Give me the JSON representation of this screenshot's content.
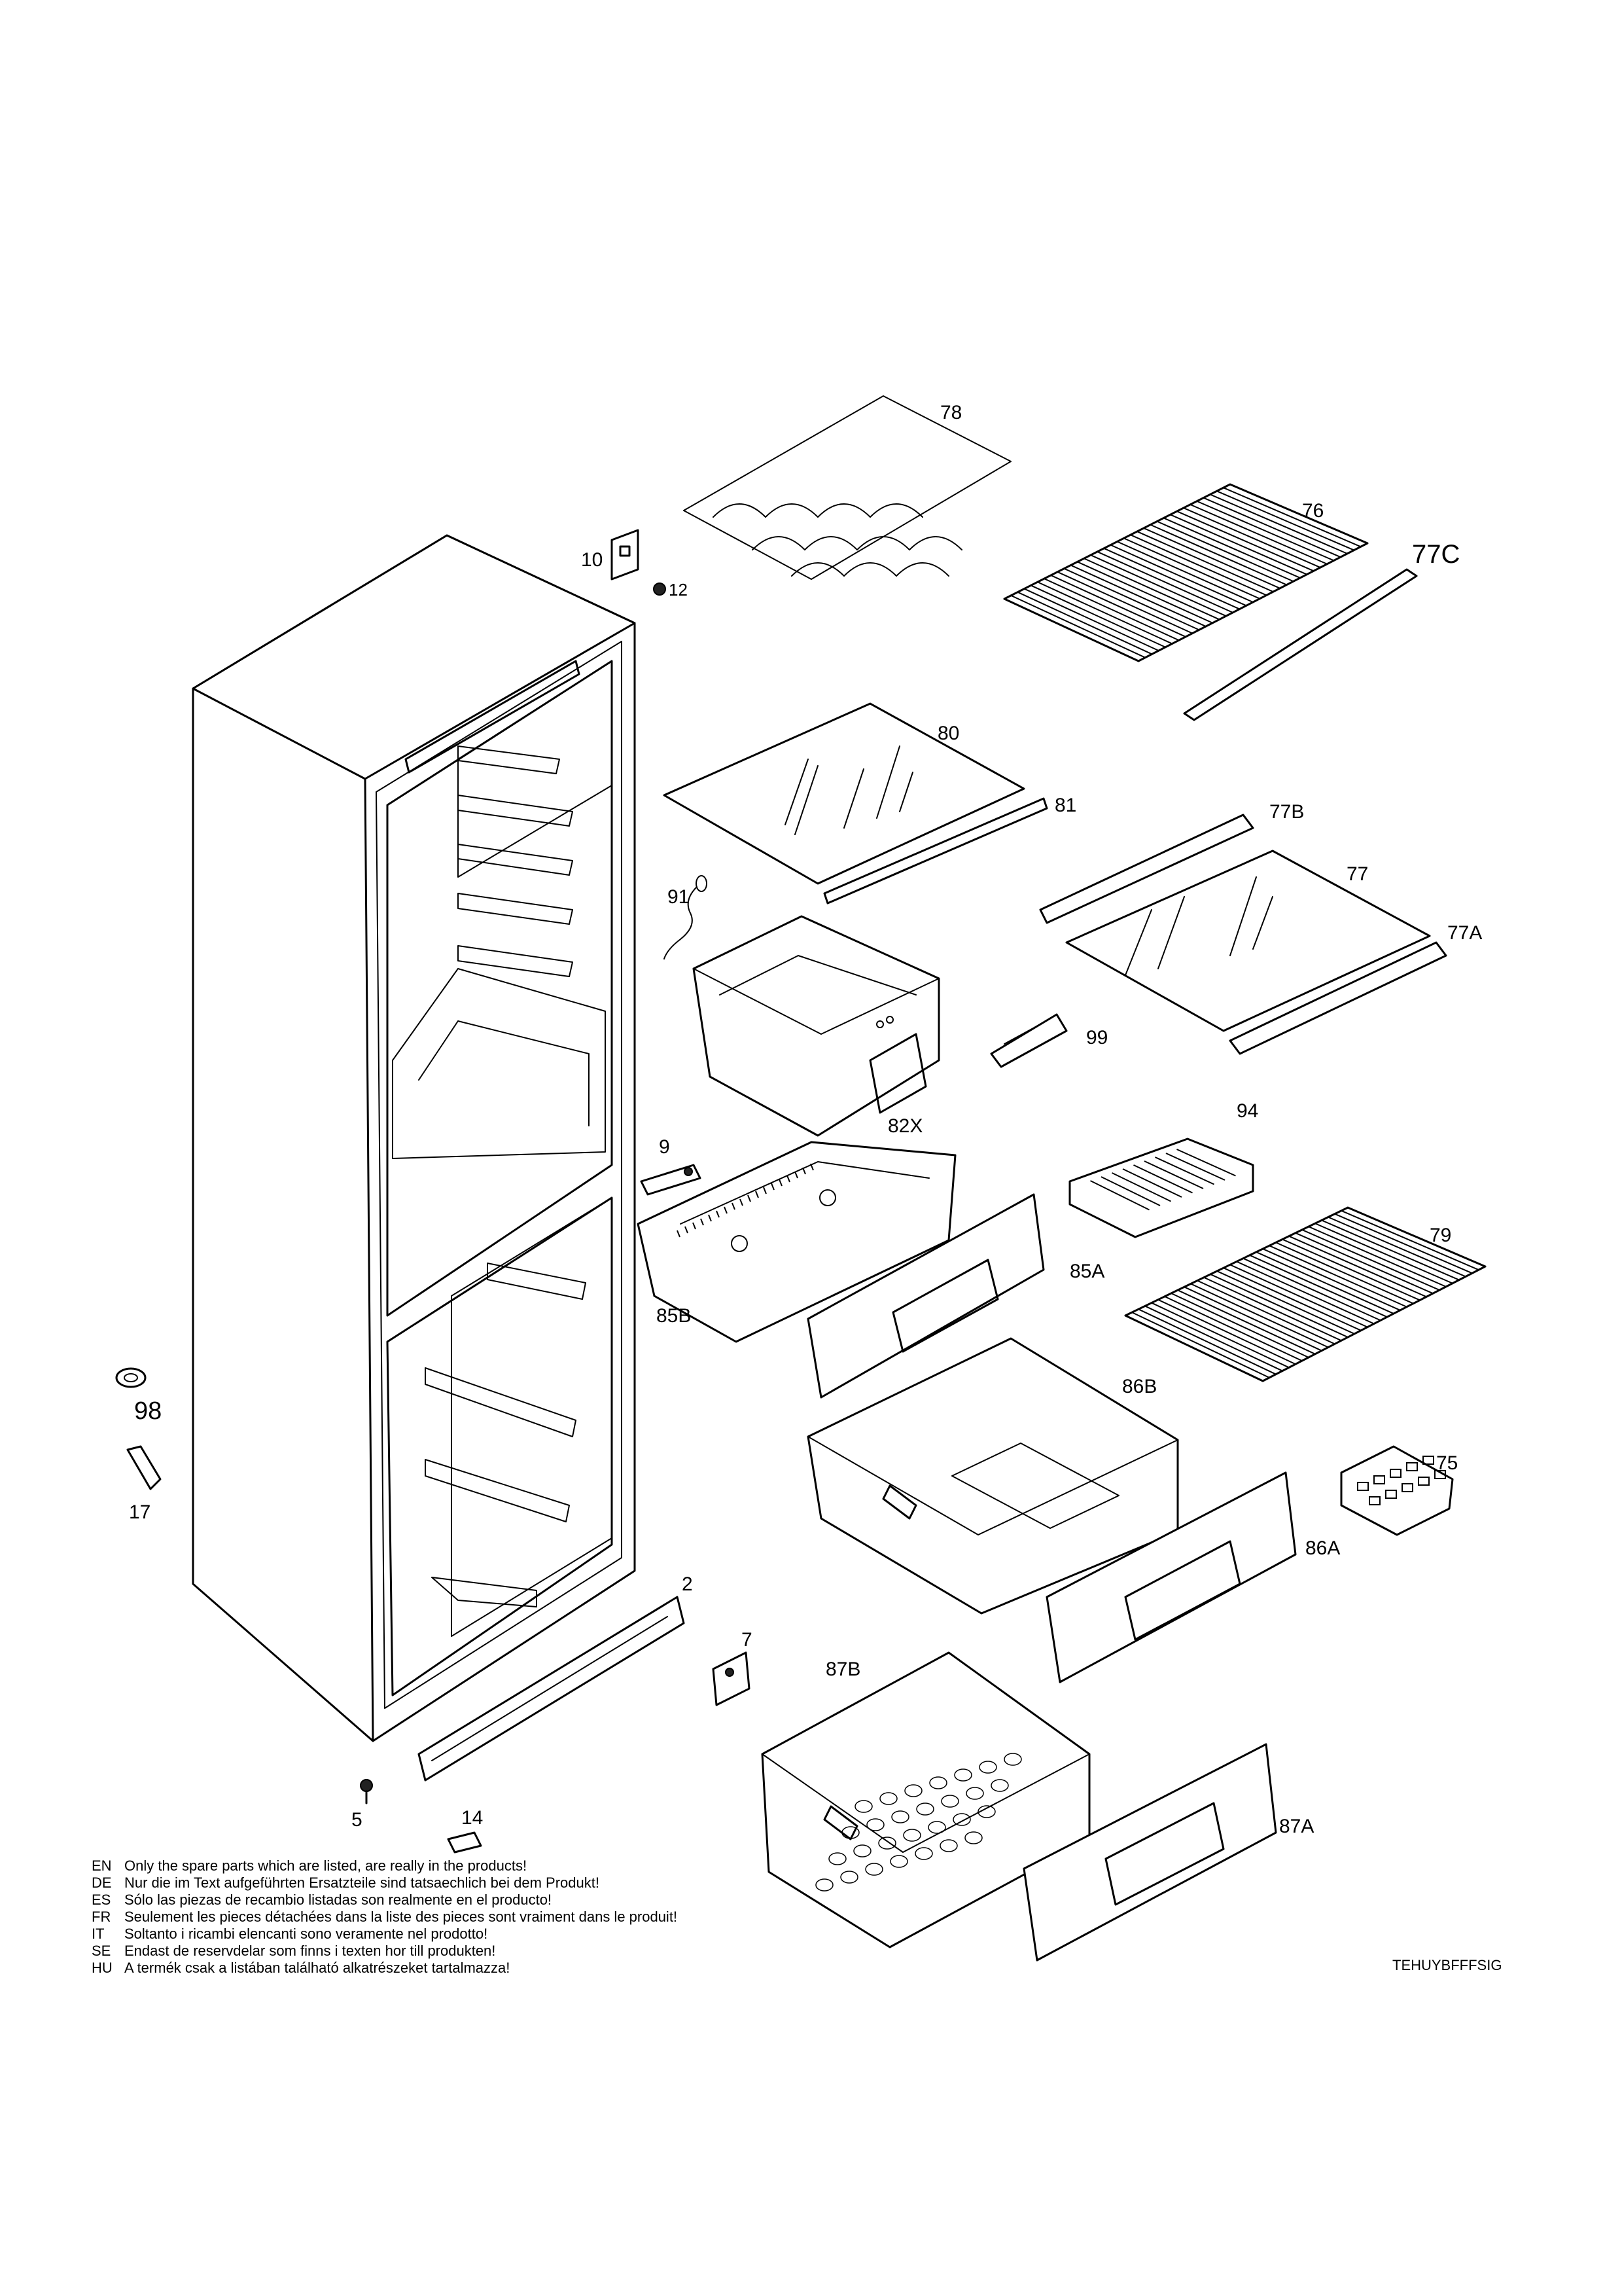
{
  "callouts": [
    {
      "id": "78",
      "label": "78"
    },
    {
      "id": "76",
      "label": "76"
    },
    {
      "id": "77C",
      "label": "77C"
    },
    {
      "id": "10",
      "label": "10"
    },
    {
      "id": "12",
      "label": "12"
    },
    {
      "id": "80",
      "label": "80"
    },
    {
      "id": "81",
      "label": "81"
    },
    {
      "id": "77B",
      "label": "77B"
    },
    {
      "id": "77",
      "label": "77"
    },
    {
      "id": "77A",
      "label": "77A"
    },
    {
      "id": "91",
      "label": "91"
    },
    {
      "id": "99",
      "label": "99"
    },
    {
      "id": "82X",
      "label": "82X"
    },
    {
      "id": "94",
      "label": "94"
    },
    {
      "id": "9",
      "label": "9"
    },
    {
      "id": "79",
      "label": "79"
    },
    {
      "id": "85A",
      "label": "85A"
    },
    {
      "id": "85B",
      "label": "85B"
    },
    {
      "id": "86B",
      "label": "86B"
    },
    {
      "id": "98",
      "label": "98"
    },
    {
      "id": "75",
      "label": "75"
    },
    {
      "id": "17",
      "label": "17"
    },
    {
      "id": "86A",
      "label": "86A"
    },
    {
      "id": "2",
      "label": "2"
    },
    {
      "id": "7",
      "label": "7"
    },
    {
      "id": "87B",
      "label": "87B"
    },
    {
      "id": "5",
      "label": "5"
    },
    {
      "id": "14",
      "label": "14"
    },
    {
      "id": "87A",
      "label": "87A"
    }
  ],
  "notes": [
    {
      "code": "EN",
      "text": "Only the spare parts which are listed, are really in the products!"
    },
    {
      "code": "DE",
      "text": "Nur die im Text aufgeführten Ersatzteile sind tatsaechlich bei dem Produkt!"
    },
    {
      "code": "ES",
      "text": "Sólo las piezas de recambio  listadas son realmente en el producto!"
    },
    {
      "code": "FR",
      "text": "Seulement les pieces détachées dans la liste des pieces sont vraiment dans le produit!"
    },
    {
      "code": "IT",
      "text": "Soltanto i ricambi elencanti sono veramente nel prodotto!"
    },
    {
      "code": "SE",
      "text": "Endast de reservdelar som finns i texten hor till produkten!"
    },
    {
      "code": "HU",
      "text": "A termék csak a listában található alkatrészeket tartalmazza!"
    }
  ],
  "document_code": "TEHUYBFFFSIG"
}
